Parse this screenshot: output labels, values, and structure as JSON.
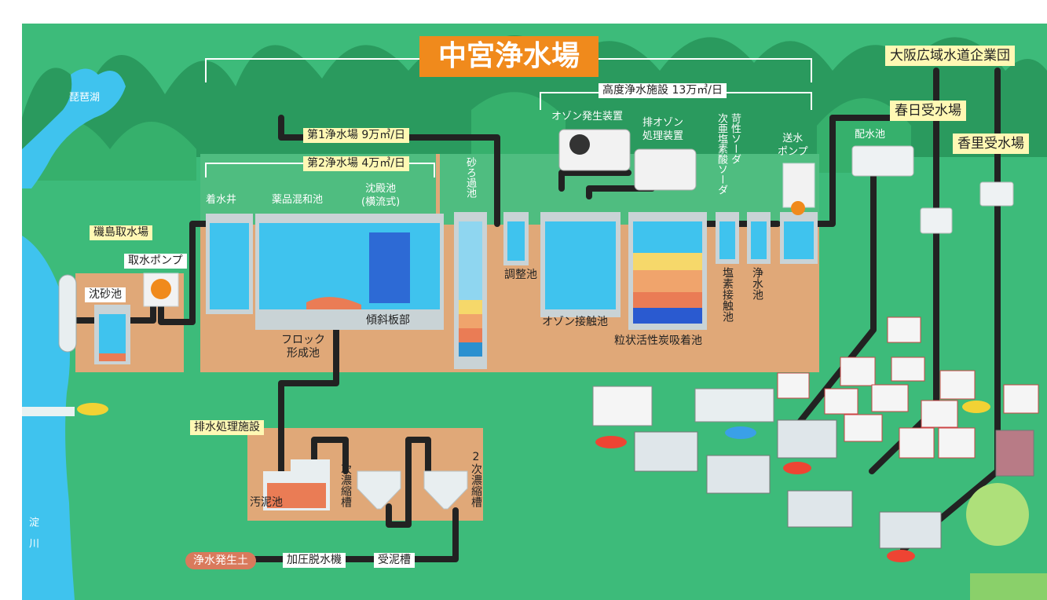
{
  "title": "中宮浄水場",
  "advanced_facility": "高度浄水施設 13万㎥/日",
  "plant1": "第1浄水場 9万㎥/日",
  "plant2": "第2浄水場 4万㎥/日",
  "stages": {
    "intake_station": "磯島取水場",
    "intake_pump": "取水ポンプ",
    "grit_chamber": "沈砂池",
    "receiving_well": "着水井",
    "chemical_mixing": "薬品混和池",
    "sedimentation": "沈殿池\n(横流式)",
    "sand_filter": "砂ろ過池",
    "floc": "フロック\n形成池",
    "inclined_plate": "傾斜板部",
    "adjustment": "調整池",
    "ozone_contact": "オゾン接触池",
    "gac": "粒状活性炭吸着池",
    "chlorine": "塩素接触池",
    "clear_well": "浄水池",
    "ozone_generator": "オゾン発生装置",
    "exhaust_ozone": "排オゾン\n処理装置",
    "caustic": "苛性ソーダ",
    "hypochlorite": "次亜塩素酸ソーダ",
    "send_pump": "送水\nポンプ",
    "distribution_reservoir": "配水池"
  },
  "wastewater": {
    "facility": "排水処理施設",
    "sludge_pond": "汚泥池",
    "thickener1": "1次濃縮槽",
    "thickener2": "2次濃縮槽",
    "soil": "浄水発生土",
    "press": "加圧脱水機",
    "receiving_tank": "受泥槽"
  },
  "places": {
    "lake": "琵琶湖",
    "river": "淀川",
    "osaka": "大阪広域水道企業団",
    "kasuga": "春日受水場",
    "kori": "香里受水場"
  },
  "colors": {
    "ground": "#3dbb7a",
    "mountain": "#2a9a5e",
    "water": "#3fc3ee",
    "earth": "#e0a878",
    "pipe": "#222222",
    "title_bg": "#f08a1c",
    "label_bg": "#fff8b4"
  }
}
